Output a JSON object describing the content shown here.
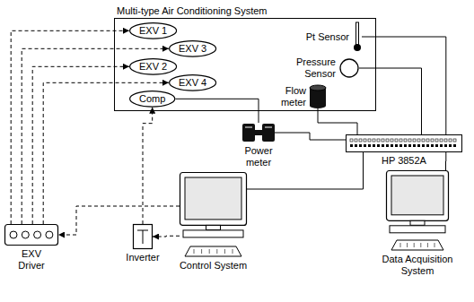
{
  "diagram": {
    "nodes": [
      {
        "text": [
          "Multi-type Air Conditioning System"
        ]
      },
      {
        "text": [
          "EXV 1"
        ],
        "in": 0
      },
      {
        "text": [
          "EXV 3"
        ],
        "in": 0
      },
      {
        "text": [
          "EXV 2"
        ],
        "in": 0
      },
      {
        "text": [
          "EXV 4"
        ],
        "in": 0
      },
      {
        "text": [
          "Comp"
        ],
        "in": 0
      },
      {
        "text": [
          "Pt Sensor"
        ],
        "in": 0
      },
      {
        "text": [
          "Pressure Sensor"
        ],
        "in": 0
      },
      {
        "text": [
          "Flow meter"
        ]
      },
      {
        "text": [
          "Power meter"
        ]
      },
      {
        "text": [
          "HP 3852A"
        ]
      },
      {
        "text": [
          "EXV Driver"
        ]
      },
      {
        "text": [
          "Inverter"
        ]
      },
      {
        "text": [
          "Control System"
        ]
      },
      {
        "text": [
          "Data Acquisition System"
        ]
      }
    ],
    "edges": [
      {
        "from": 11,
        "to": 1,
        "arrow": "to"
      },
      {
        "from": 11,
        "to": 2,
        "arrow": "to"
      },
      {
        "from": 11,
        "to": 3,
        "arrow": "to"
      },
      {
        "from": 11,
        "to": 4,
        "arrow": "to"
      },
      {
        "from": 12,
        "to": 5,
        "arrow": "to"
      },
      {
        "from": 13,
        "to": 12,
        "arrow": "to"
      },
      {
        "from": 13,
        "to": 11,
        "arrow": "to"
      },
      {
        "from": 13,
        "to": 10,
        "arrow": "none"
      },
      {
        "from": 14,
        "to": 10,
        "arrow": "none"
      },
      {
        "from": 5,
        "to": 9,
        "arrow": "none"
      },
      {
        "from": 9,
        "to": 10,
        "arrow": "none"
      },
      {
        "from": 8,
        "to": 10,
        "arrow": "none"
      },
      {
        "from": 6,
        "to": 10,
        "arrow": "none"
      },
      {
        "from": 7,
        "to": 10,
        "arrow": "none"
      }
    ]
  }
}
